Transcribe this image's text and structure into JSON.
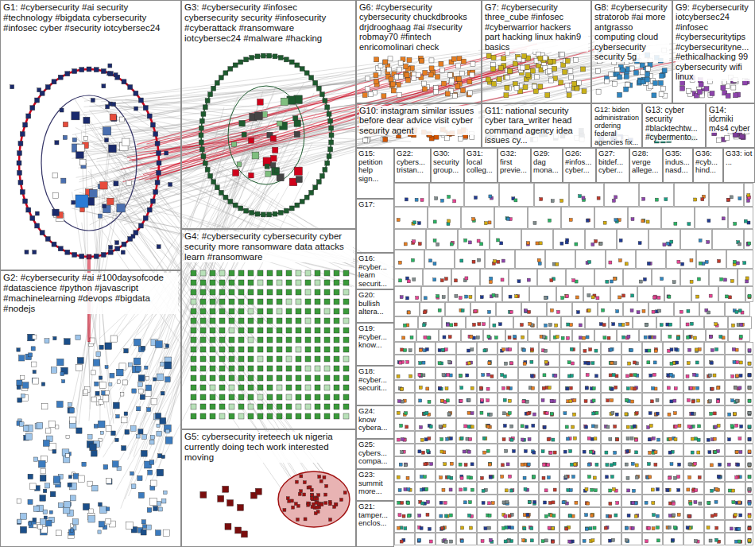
{
  "diagram": {
    "nodes": [
      {
        "text": [
          "G1: #cybersecurity #ai security #technology #bigdata cybersecurity #infosec cyber #security iotcybersec24"
        ]
      },
      {
        "text": [
          "G2: #cybersecurity #ai #100daysofcode #datascience #python #javascript #machinelearning #devops #bigdata #nodejs"
        ]
      },
      {
        "text": [
          "G3: #cybersecurity #infosec cybersecurity security #infosecurity #cyberattack #ransomware iotcybersec24 #malware #hacking"
        ]
      },
      {
        "text": [
          "G4: #cybersecurity cybersecurity cyber security more ransomware data attacks learn #ransomware"
        ]
      },
      {
        "text": [
          "G5: cybersecurity ireteech uk nigeria currently doing tech work interested moving"
        ]
      },
      {
        "text": [
          "G6: #cybersecurity cybersecurity chuckdbrooks drjdrooghaag #ai #security robmay70 #fintech enricomolinari check"
        ]
      },
      {
        "text": [
          "G7: #cybersecurity three_cube #infosec #cyberwarrior hackers part hacking linux hakin9 basics"
        ]
      },
      {
        "text": [
          "G8: #cybersecurity stratorob #ai more antgrasso computing cloud cybersecurity security 5g"
        ]
      },
      {
        "text": [
          "G9: #cybersecurity iotcybersec24 #infosec #cybersecuritytips #cybersecurityne... #ethicalhacking 99 cybersecurity wifi linux"
        ]
      },
      {
        "text": [
          "G10: instagram similar issues before dear advice visit cyber security agent"
        ]
      },
      {
        "text": [
          "G11: national security cyber tara_writer head command agency idea issues cy..."
        ]
      },
      {
        "text": [
          "G12: biden administration ordering federal agencies fix..."
        ]
      },
      {
        "text": [
          "G13: cyber security #blacktechtw... #cybermento..."
        ]
      },
      {
        "text": [
          "G14: idcmiki m4s4 cyber"
        ]
      },
      {
        "text": [
          "G15: petition help sign..."
        ]
      },
      {
        "text": [
          "G17:"
        ]
      },
      {
        "text": [
          "G16: #cyber... learn securit..."
        ]
      },
      {
        "text": [
          "G20: bullish altera..."
        ]
      },
      {
        "text": [
          "G19: #cyber... know..."
        ]
      },
      {
        "text": [
          "G18: #cyber... securit..."
        ]
      },
      {
        "text": [
          "G24: know cybera..."
        ]
      },
      {
        "text": [
          "G25: cybers... compa..."
        ]
      },
      {
        "text": [
          "G23: summit more..."
        ]
      },
      {
        "text": [
          "G21: tamper... enclos..."
        ]
      },
      {
        "text": [
          "G22: cybers... tristan..."
        ]
      },
      {
        "text": [
          "G30: security group..."
        ]
      },
      {
        "text": [
          "G31: local colleg..."
        ]
      },
      {
        "text": [
          "G32: first previe..."
        ]
      },
      {
        "text": [
          "G29: dag mona..."
        ]
      },
      {
        "text": [
          "G26: #infos... cyber..."
        ]
      },
      {
        "text": [
          "G27: bitdef... cyber..."
        ]
      },
      {
        "text": [
          "G28: verge allege..."
        ]
      },
      {
        "text": [
          "G35: indus... nasd..."
        ]
      },
      {
        "text": [
          "G36: #cyb... hind..."
        ]
      },
      {
        "text": [
          "G33: iot ..."
        ]
      }
    ]
  }
}
